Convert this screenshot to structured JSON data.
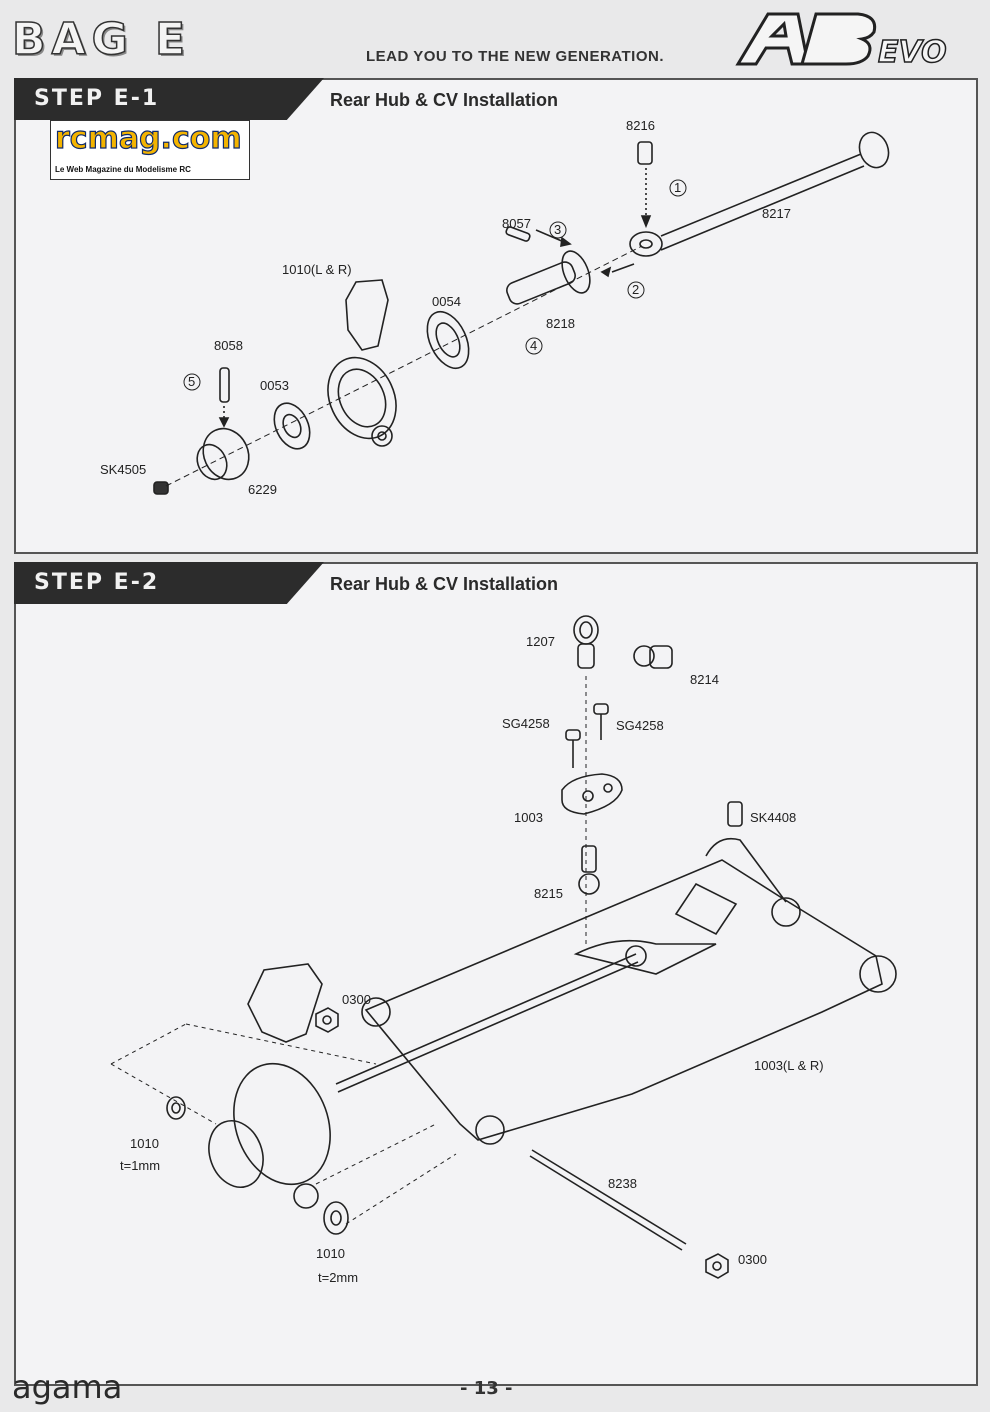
{
  "header": {
    "title": "BAG E",
    "slogan": "LEAD YOU TO THE NEW GENERATION.",
    "logo_text": "A8EVO"
  },
  "watermark": {
    "site": "rcmag.com",
    "tagline": "Le Web Magazine du Modelisme RC"
  },
  "step1": {
    "tab": "STEP E-1",
    "title": "Rear Hub & CV Installation",
    "labels": [
      "8216",
      "1",
      "8217",
      "8057",
      "3",
      "2",
      "1010(L & R)",
      "0054",
      "8218",
      "4",
      "8058",
      "5",
      "0053",
      "SK4505",
      "6229"
    ]
  },
  "step2": {
    "tab": "STEP E-2",
    "title": "Rear Hub & CV Installation",
    "labels": [
      "1207",
      "8214",
      "SG4258",
      "SG4258",
      "1003",
      "SK4408",
      "8215",
      "0300",
      "1003(L & R)",
      "1010",
      "t=1mm",
      "8238",
      "0300",
      "1010",
      "t=2mm"
    ]
  },
  "footer": {
    "brand": "agama",
    "page": "- 13 -"
  },
  "colors": {
    "background": "#e9e9ea",
    "panel": "#f3f3f5",
    "tab": "#2c2c2c",
    "line": "#222222"
  }
}
